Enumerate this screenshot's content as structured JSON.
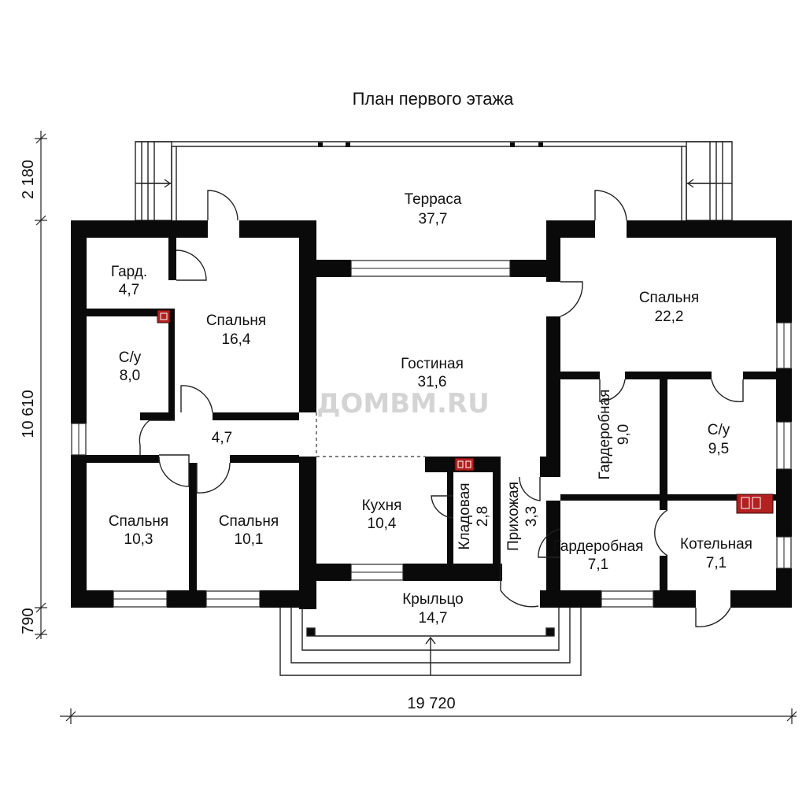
{
  "title": "План первого этажа",
  "watermark": "ДОМВМ.RU",
  "colors": {
    "wall": "#0a0a0a",
    "accent": "#b32020",
    "line": "#222222"
  },
  "rooms": {
    "terrace": {
      "name": "Терраса",
      "area": "37,7"
    },
    "gard": {
      "name": "Гард.",
      "area": "4,7"
    },
    "bed1": {
      "name": "Спальня",
      "area": "16,4"
    },
    "bath1": {
      "name": "С/у",
      "area": "8,0"
    },
    "hall": {
      "name": "",
      "area": "4,7"
    },
    "living": {
      "name": "Гостиная",
      "area": "31,6"
    },
    "bed_big": {
      "name": "Спальня",
      "area": "22,2"
    },
    "wardrobe1": {
      "name": "Гардеробная",
      "area": "9,0"
    },
    "bath2": {
      "name": "С/у",
      "area": "9,5"
    },
    "bed2": {
      "name": "Спальня",
      "area": "10,3"
    },
    "bed3": {
      "name": "Спальня",
      "area": "10,1"
    },
    "kitchen": {
      "name": "Кухня",
      "area": "10,4"
    },
    "pantry": {
      "name": "Кладовая",
      "area": "2,8"
    },
    "entry": {
      "name": "Прихожая",
      "area": "3,3"
    },
    "wardrobe2": {
      "name": "Гардеробная",
      "area": "7,1"
    },
    "boiler": {
      "name": "Котельная",
      "area": "7,1"
    },
    "porch": {
      "name": "Крыльцо",
      "area": "14,7"
    }
  },
  "dimensions": {
    "terrace_depth": "2 180",
    "house_depth": "10 610",
    "porch_depth": "790",
    "total_width": "19 720"
  }
}
